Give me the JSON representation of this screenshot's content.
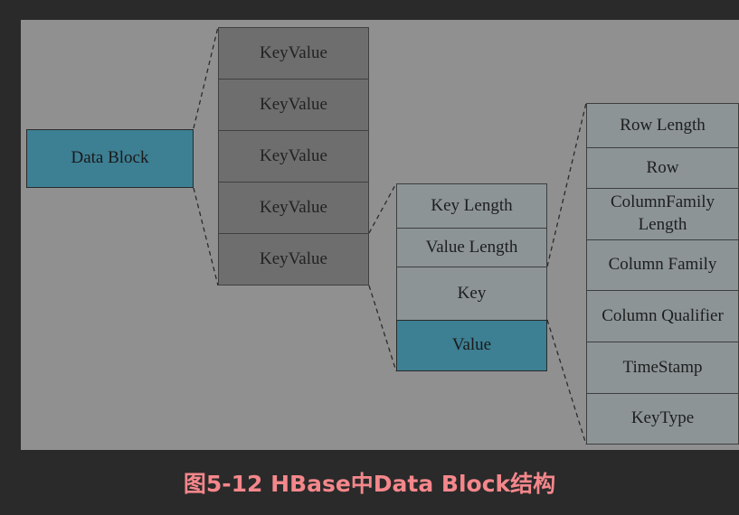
{
  "diagram": {
    "data_block": "Data Block",
    "keyvalues": [
      "KeyValue",
      "KeyValue",
      "KeyValue",
      "KeyValue",
      "KeyValue"
    ],
    "kv_fields": [
      "Key Length",
      "Value Length",
      "Key",
      "Value"
    ],
    "key_fields": [
      "Row Length",
      "Row",
      "ColumnFamily Length",
      "Column Family",
      "Column Qualifier",
      "TimeStamp",
      "KeyType"
    ]
  },
  "caption": "图5-12 HBase中Data Block结构"
}
